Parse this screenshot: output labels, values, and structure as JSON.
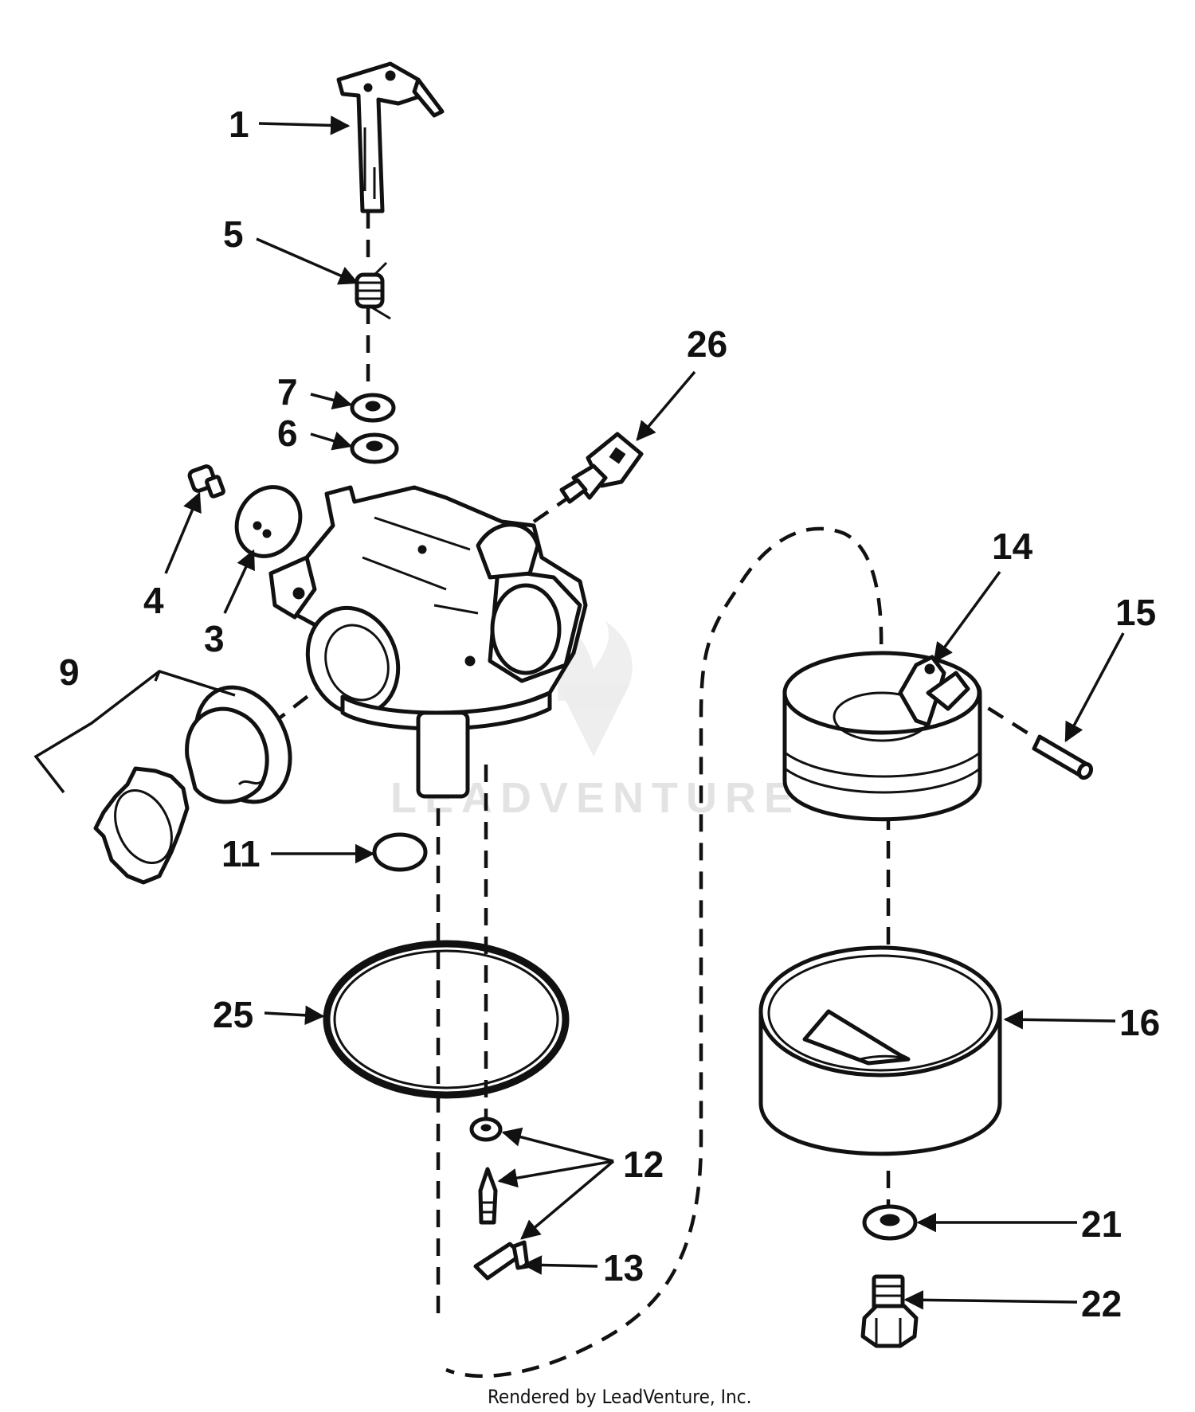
{
  "diagram": {
    "callouts": [
      "1",
      "5",
      "26",
      "7",
      "6",
      "4",
      "3",
      "9",
      "14",
      "15",
      "11",
      "25",
      "16",
      "12",
      "13",
      "21",
      "22"
    ],
    "watermark": "LEADVENTURE",
    "footer": "Rendered by LeadVenture, Inc.",
    "colors": {
      "ink": "#111111",
      "watermark": "#e3e3e3",
      "background": "#ffffff"
    },
    "icons": [
      "leadventure-logo-watermark"
    ]
  }
}
